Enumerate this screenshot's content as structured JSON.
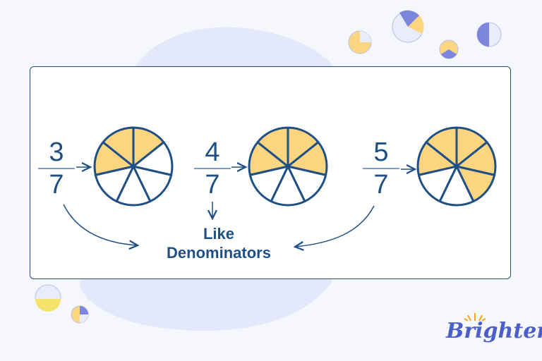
{
  "colors": {
    "fill": "#fbd57f",
    "stroke": "#1f4f84",
    "accent": "#7b86dc",
    "blob": "#e3e9fb"
  },
  "fractions": [
    {
      "numerator": "3",
      "denominator": "7",
      "filled": 3,
      "parts": 7
    },
    {
      "numerator": "4",
      "denominator": "7",
      "filled": 4,
      "parts": 7
    },
    {
      "numerator": "5",
      "denominator": "7",
      "filled": 5,
      "parts": 7
    }
  ],
  "label": {
    "line1": "Like",
    "line2": "Denominators"
  },
  "logo": "Brighterly"
}
